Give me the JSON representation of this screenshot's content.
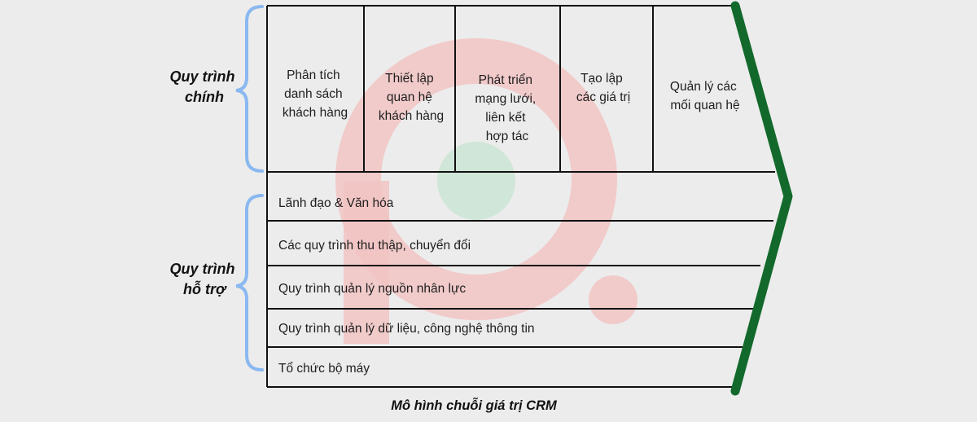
{
  "colors": {
    "background": "#ececec",
    "lines": "#111111",
    "arrow": "#12692b",
    "brace": "#8ab8f0",
    "watermark_ring": "#f2c4c4",
    "watermark_center": "#cde6d6"
  },
  "icons": [
    "watermark-logo"
  ],
  "groups": {
    "primary": {
      "label_lines": [
        "Quy trình",
        "chính"
      ]
    },
    "support": {
      "label_lines": [
        "Quy trình",
        "hỗ trợ"
      ]
    }
  },
  "primary_activities": [
    {
      "lines": [
        "Phân tích",
        "danh sách",
        "khách hàng"
      ]
    },
    {
      "lines": [
        "Thiết lập",
        "quan hệ",
        "khách hàng"
      ]
    },
    {
      "lines": [
        "Phát triển",
        "mạng lưới,",
        "liên kết",
        "hợp tác"
      ]
    },
    {
      "lines": [
        "Tạo lập",
        "các giá trị"
      ]
    },
    {
      "lines": [
        "Quản lý các",
        "mối quan hệ"
      ]
    }
  ],
  "support_activities": [
    "Lãnh đạo & Văn hóa",
    "Các quy trình thu thập, chuyển đổi",
    "Quy trình quản lý nguồn nhân lực",
    "Quy trình quản lý dữ liệu, công nghệ thông tin",
    "Tổ chức bộ máy"
  ],
  "caption": "Mô hình chuỗi giá trị CRM"
}
